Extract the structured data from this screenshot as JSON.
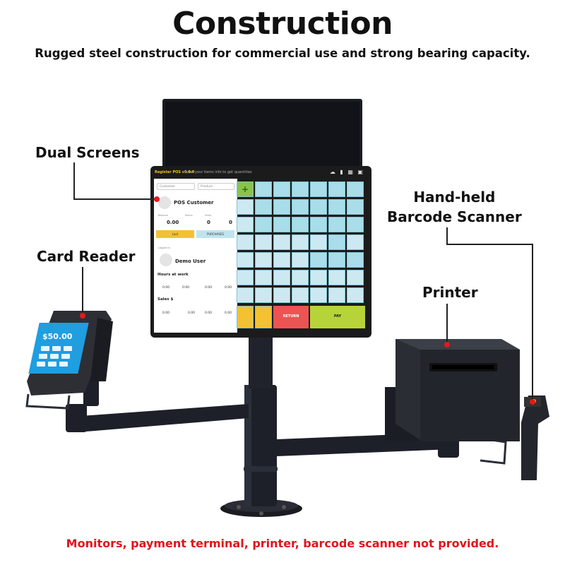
{
  "header": {
    "title": "Construction",
    "subtitle": "Rugged steel construction for commercial use and strong bearing capacity."
  },
  "callouts": {
    "dual_screens": "Dual Screens",
    "card_reader": "Card Reader",
    "scanner_line1": "Hand-held",
    "scanner_line2": "Barcode Scanner",
    "printer": "Printer"
  },
  "footer": {
    "disclaimer": "Monitors, payment terminal, printer, barcode scanner not provided."
  },
  "pos_screen": {
    "brand": "Register POS v3.0.0",
    "top_message": "Enter your items info to get quantities",
    "search_customer": "Customer",
    "search_product": "Product",
    "customer_name": "POS Customer",
    "balance_label": "Balance",
    "balance_value": "0.00",
    "points_label": "Points",
    "points_value": "0",
    "visits_label": "Visits",
    "visits_value": "0",
    "button_last": "Last",
    "button_purchases": "PURCHASES",
    "user_label": "Logged in",
    "user_name": "Demo User",
    "hours_title": "Hours at work",
    "hours_values": [
      "0:00",
      "0:00",
      "0:00",
      "0:00"
    ],
    "sales_title": "Sales $",
    "sales_values": [
      "0.00",
      "0.00",
      "0.00",
      "0.00"
    ],
    "return_label": "RETURN",
    "pay_label": "PAY",
    "amount_display": "$50.00"
  },
  "colors": {
    "accent_red": "#e0141b",
    "tile_blue": "#a8dde9",
    "pay_green": "#b6d439",
    "return_red": "#ec5353",
    "button_yellow": "#f3c132"
  }
}
